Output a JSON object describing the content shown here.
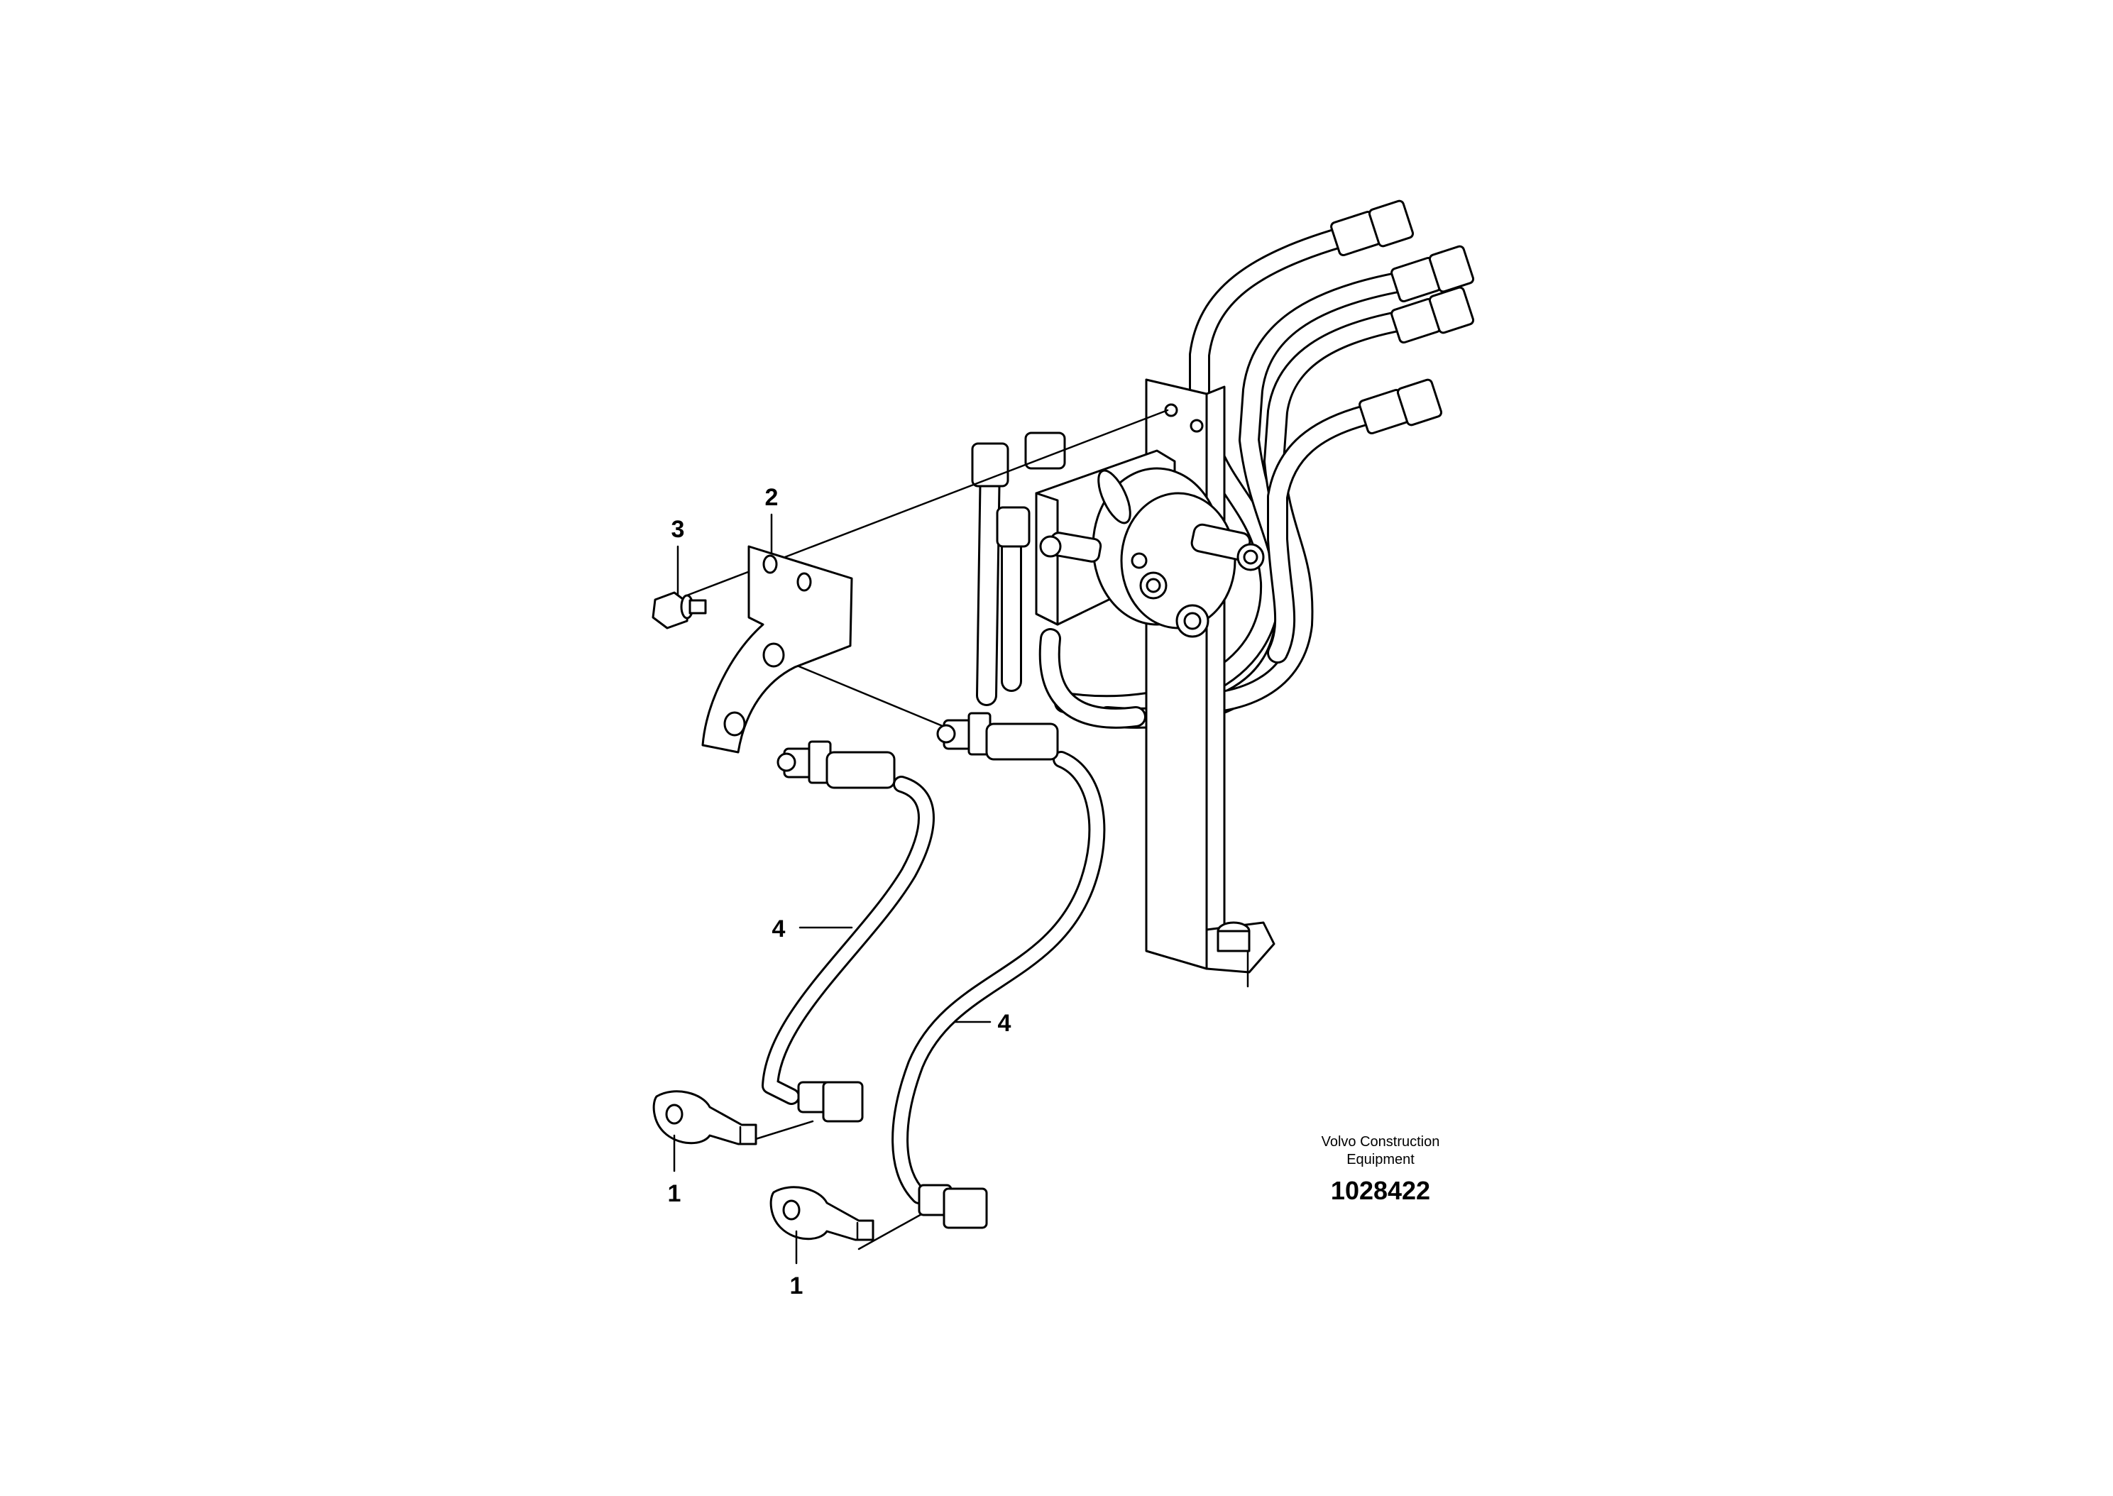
{
  "callouts": {
    "washer_upper": "3",
    "bracket": "2",
    "cable_left": "4",
    "cable_right": "4",
    "terminal_upper": "1",
    "terminal_lower": "1"
  },
  "credit": {
    "line1": "Volvo Construction",
    "line2": "Equipment"
  },
  "part_number": "1028422"
}
